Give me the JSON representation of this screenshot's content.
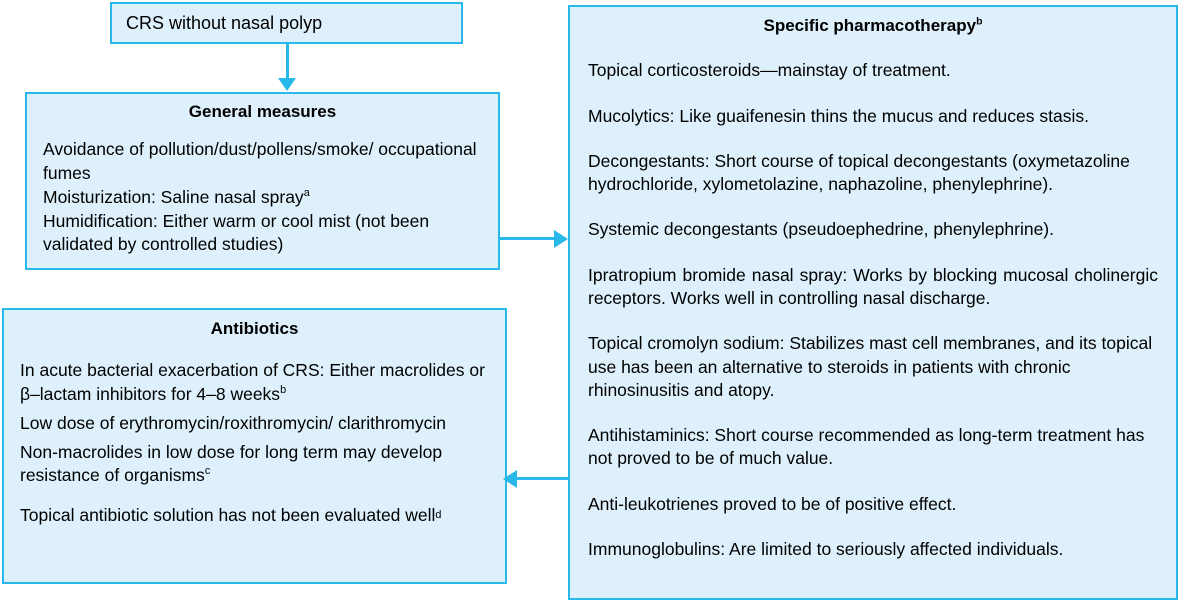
{
  "diagram": {
    "title": "CRS without nasal polyp management flowchart",
    "accent_color": "#29b8ea",
    "fill_color": "#ddf0fb"
  },
  "boxes": {
    "crs": {
      "label": "CRS without nasal polyp"
    },
    "general_measures": {
      "title": "General measures",
      "lines": [
        "Avoidance of pollution/dust/pollens/smoke/ occupational fumes",
        "Moisturization: Saline nasal spray",
        "Humidification: Either warm or cool mist (not been validated by controlled studies)"
      ],
      "superscripts": {
        "moisturization": "a"
      }
    },
    "antibiotics": {
      "title": "Antibiotics",
      "lines": [
        "In acute bacterial exacerbation of CRS: Either macrolides or β–lactam inhibitors for 4–8 weeks",
        "Low dose of erythromycin/roxithromycin/ clarithromycin",
        "Non-macrolides in low dose for long term may develop resistance of organisms",
        "Topical antibiotic solution has not been evaluated well"
      ],
      "superscripts": {
        "line1": "b",
        "line3": "c",
        "line4": "d"
      }
    },
    "pharmacotherapy": {
      "title": "Specific pharmacotherapy",
      "title_superscript": "b",
      "lines": [
        "Topical corticosteroids—mainstay of treatment.",
        "Mucolytics: Like guaifenesin thins the mucus and reduces stasis.",
        "Decongestants: Short course of topical decongestants (oxymetazoline hydrochloride, xylometolazine, naphazoline, phenylephrine).",
        "Systemic decongestants (pseudoephedrine, phenylephrine).",
        "Ipratropium bromide nasal spray: Works by blocking mucosal cholinergic receptors. Works well in controlling nasal discharge.",
        "Topical cromolyn sodium: Stabilizes mast cell membranes, and its topical use has been an alternative to steroids in patients with chronic rhinosinusitis and atopy.",
        "Antihistaminics: Short course recommended as long-term treatment has not proved to be of much value.",
        "Anti-leukotrienes proved to be of positive effect.",
        "Immunoglobulins: Are limited to seriously affected individuals."
      ]
    }
  },
  "connectors": [
    {
      "name": "crs-to-general",
      "direction": "down"
    },
    {
      "name": "general-to-pharmacotherapy",
      "direction": "right"
    },
    {
      "name": "pharmacotherapy-to-antibiotics",
      "direction": "left"
    }
  ]
}
